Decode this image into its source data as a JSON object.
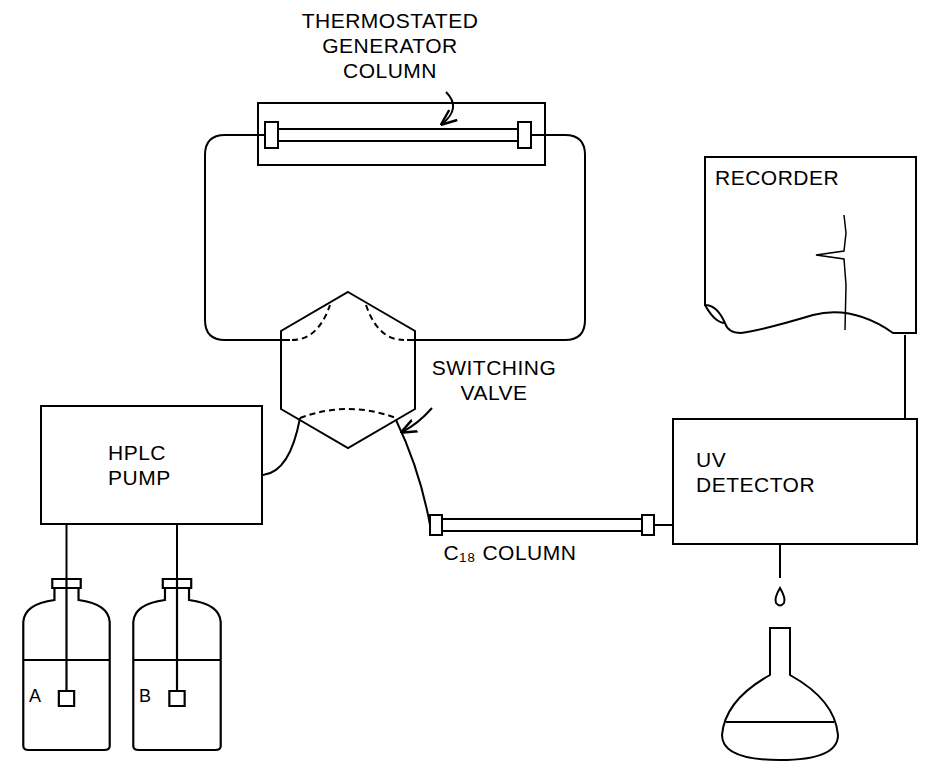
{
  "diagram": {
    "nodes": [
      {
        "text": [
          "RECORDER"
        ]
      },
      {
        "text": [
          "HPLC PUMP"
        ]
      },
      {
        "text": [
          "UV DETECTOR"
        ]
      },
      {
        "text": [
          "A"
        ]
      },
      {
        "text": [
          "B"
        ]
      }
    ],
    "edges": [
      {
        "from": 1,
        "to": 3,
        "arrow": "none"
      },
      {
        "from": 1,
        "to": 4,
        "arrow": "none"
      },
      {
        "from": 2,
        "to": 0,
        "arrow": "none"
      }
    ],
    "labels": [
      "THERMOSTATED GENERATOR COLUMN",
      "SWITCHING VALVE",
      "C₁₈ COLUMN"
    ]
  }
}
